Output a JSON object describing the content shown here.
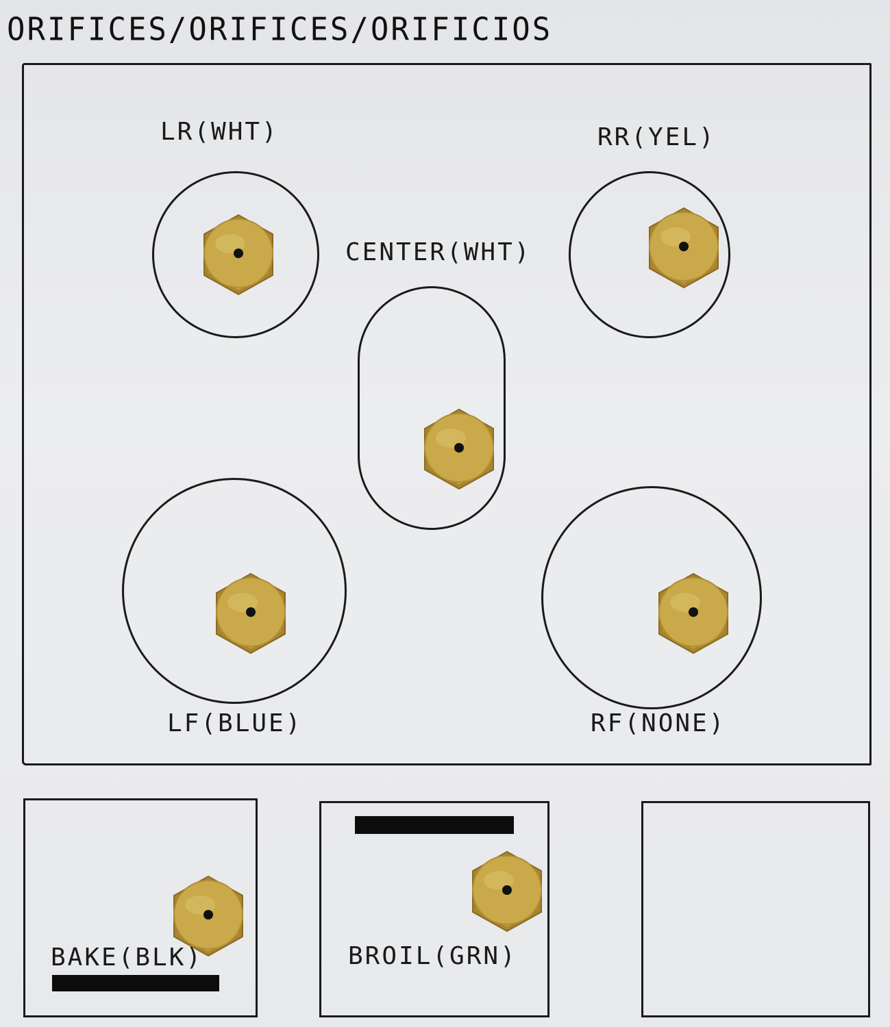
{
  "header": {
    "title": "ORIFICES/ORIFICES/ORIFICIOS"
  },
  "burners": {
    "lr": {
      "label": "LR(WHT)"
    },
    "rr": {
      "label": "RR(YEL)"
    },
    "center": {
      "label": "CENTER(WHT)"
    },
    "lf": {
      "label": "LF(BLUE)"
    },
    "rf": {
      "label": "RF(NONE)"
    }
  },
  "oven": {
    "bake": {
      "label": "BAKE(BLK)"
    },
    "broil": {
      "label": "BROIL(GRN)"
    }
  },
  "icons": {
    "orifice": "brass-hex-orifice-icon"
  },
  "colors": {
    "brass": "#c9a94a",
    "outline": "#1a1a1a",
    "card": "#e9eaec"
  }
}
